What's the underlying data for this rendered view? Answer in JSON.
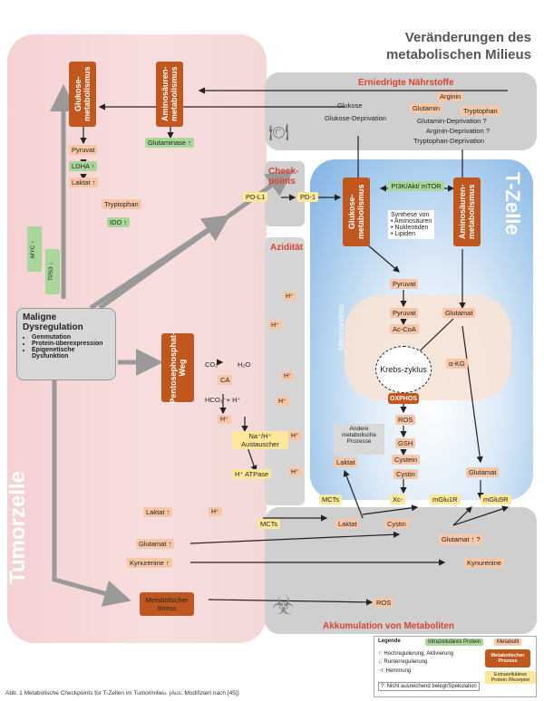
{
  "title_line1": "Veränderungen des",
  "title_line2": "metabolischen Milieus",
  "sections": {
    "naehrstoffe": "Erniedrigte Nährstoffe",
    "checkpoints_1": "Check-",
    "checkpoints_2": "points",
    "aziditaet": "Azidität",
    "akkumulation": "Akkumulation von Metaboliten",
    "tumorzelle": "Tumorzelle",
    "tzelle": "T-Zelle",
    "mitochondrion": "Mitochondrion"
  },
  "tumor": {
    "glukose_met": "Glukose-metabolismus",
    "amino_met": "Aminosäuren-metabolismus",
    "pyruvat": "Pyruvat",
    "ldha": "LDHA ↑",
    "laktat": "Laktat ↑",
    "glutaminase": "Glutaminase ↑",
    "tryptophan": "Tryptophan",
    "ido": "IDO ↑",
    "myc": "MYC ↑",
    "tp53": "TP53 ↓",
    "pentose": "Pentosephosphat-Weg",
    "co2": "CO₂",
    "h2o": "H₂O",
    "ca": "CA",
    "hco3": "HCO₃⁻+ H⁺",
    "hplus": "H⁺",
    "nah": "Na⁺/H⁺ Austauscher",
    "hatp": "H⁺ ATPase",
    "laktat2": "Laktat ↑",
    "glutamat": "Glutamat ↑",
    "kynurenine": "Kynurenine ↑",
    "metab_stress": "Metabolischer Stress",
    "mcts": "MCTs"
  },
  "dysregulation": {
    "title": "Maligne Dysregulation",
    "items": [
      "Genmutation",
      "Protein-überexpression",
      "Epigenetische Dysfunktion"
    ]
  },
  "milieu": {
    "glukose": "Glukose",
    "glukose_dep": "Glukose-Deprivation",
    "arginin": "Arginin",
    "glutamin": "Glutamin",
    "tryptophan": "Tryptophan",
    "glutamin_dep": "Glutamin-Deprivation ?",
    "arginin_dep": "Arginin-Deprivation ?",
    "trypto_dep": "Tryptophan-Deprivation",
    "pdl1": "PD-L1",
    "pd1": "PD-1",
    "laktat": "Laktat",
    "cystin": "Cystin",
    "glutamat": "Glutamat ↑ ?",
    "kynurenine": "Kynurenine",
    "ros": "ROS",
    "hplus": "H⁺"
  },
  "tcell": {
    "glukose_met": "Glukose-metabolismus",
    "amino_met": "Aminosäuren-metabolismus",
    "pi3k": "PI3K/Akt/ mTOR",
    "synthese_title": "Synthese von",
    "synthese_items": [
      "Aminosäuren",
      "Nukleotiden",
      "Lipiden"
    ],
    "pyruvat": "Pyruvat",
    "pyruvat2": "Pyruvat",
    "acoa": "Ac-CoA",
    "glutamat": "Glutamat",
    "akg": "α-KG",
    "krebs": "Krebs-zyklus",
    "oxphos": "OXPHOS",
    "ros": "ROS",
    "andere": "Andere metabolische Prozesse",
    "gsh": "GSH",
    "cystein": "Cystein",
    "cystin": "Cystin",
    "laktat": "Laktat",
    "glutamat2": "Glutamat",
    "mcts": "MCTs",
    "xc": "Xc-",
    "mglu1r": "mGlu1R",
    "mglu5r": "mGlu5R"
  },
  "legend": {
    "title": "Legende",
    "intra": "Intrazelluläres Protein",
    "metabolit": "Metabolit",
    "up": "↑: Hochregulierung, Aktivierung",
    "down": "↓: Runterregulierung",
    "hemm": "⊣: Hemmung",
    "proz": "Metabolischer Prozess",
    "extra": "Extrazelluläres Protein /Rezeptor",
    "spek": "?: Nicht ausreichend belegt/Spekulation"
  },
  "caption": "Abb. 1 Metabolische Checkpoints für T-Zellen im Tumormilieu. (Aus: Modifiziert nach [45])",
  "colors": {
    "process": "#c0571f",
    "metabolite": "#f7c7a8",
    "protein": "#a9d79a",
    "receptor": "#fce79a",
    "accent": "#d9442c"
  }
}
